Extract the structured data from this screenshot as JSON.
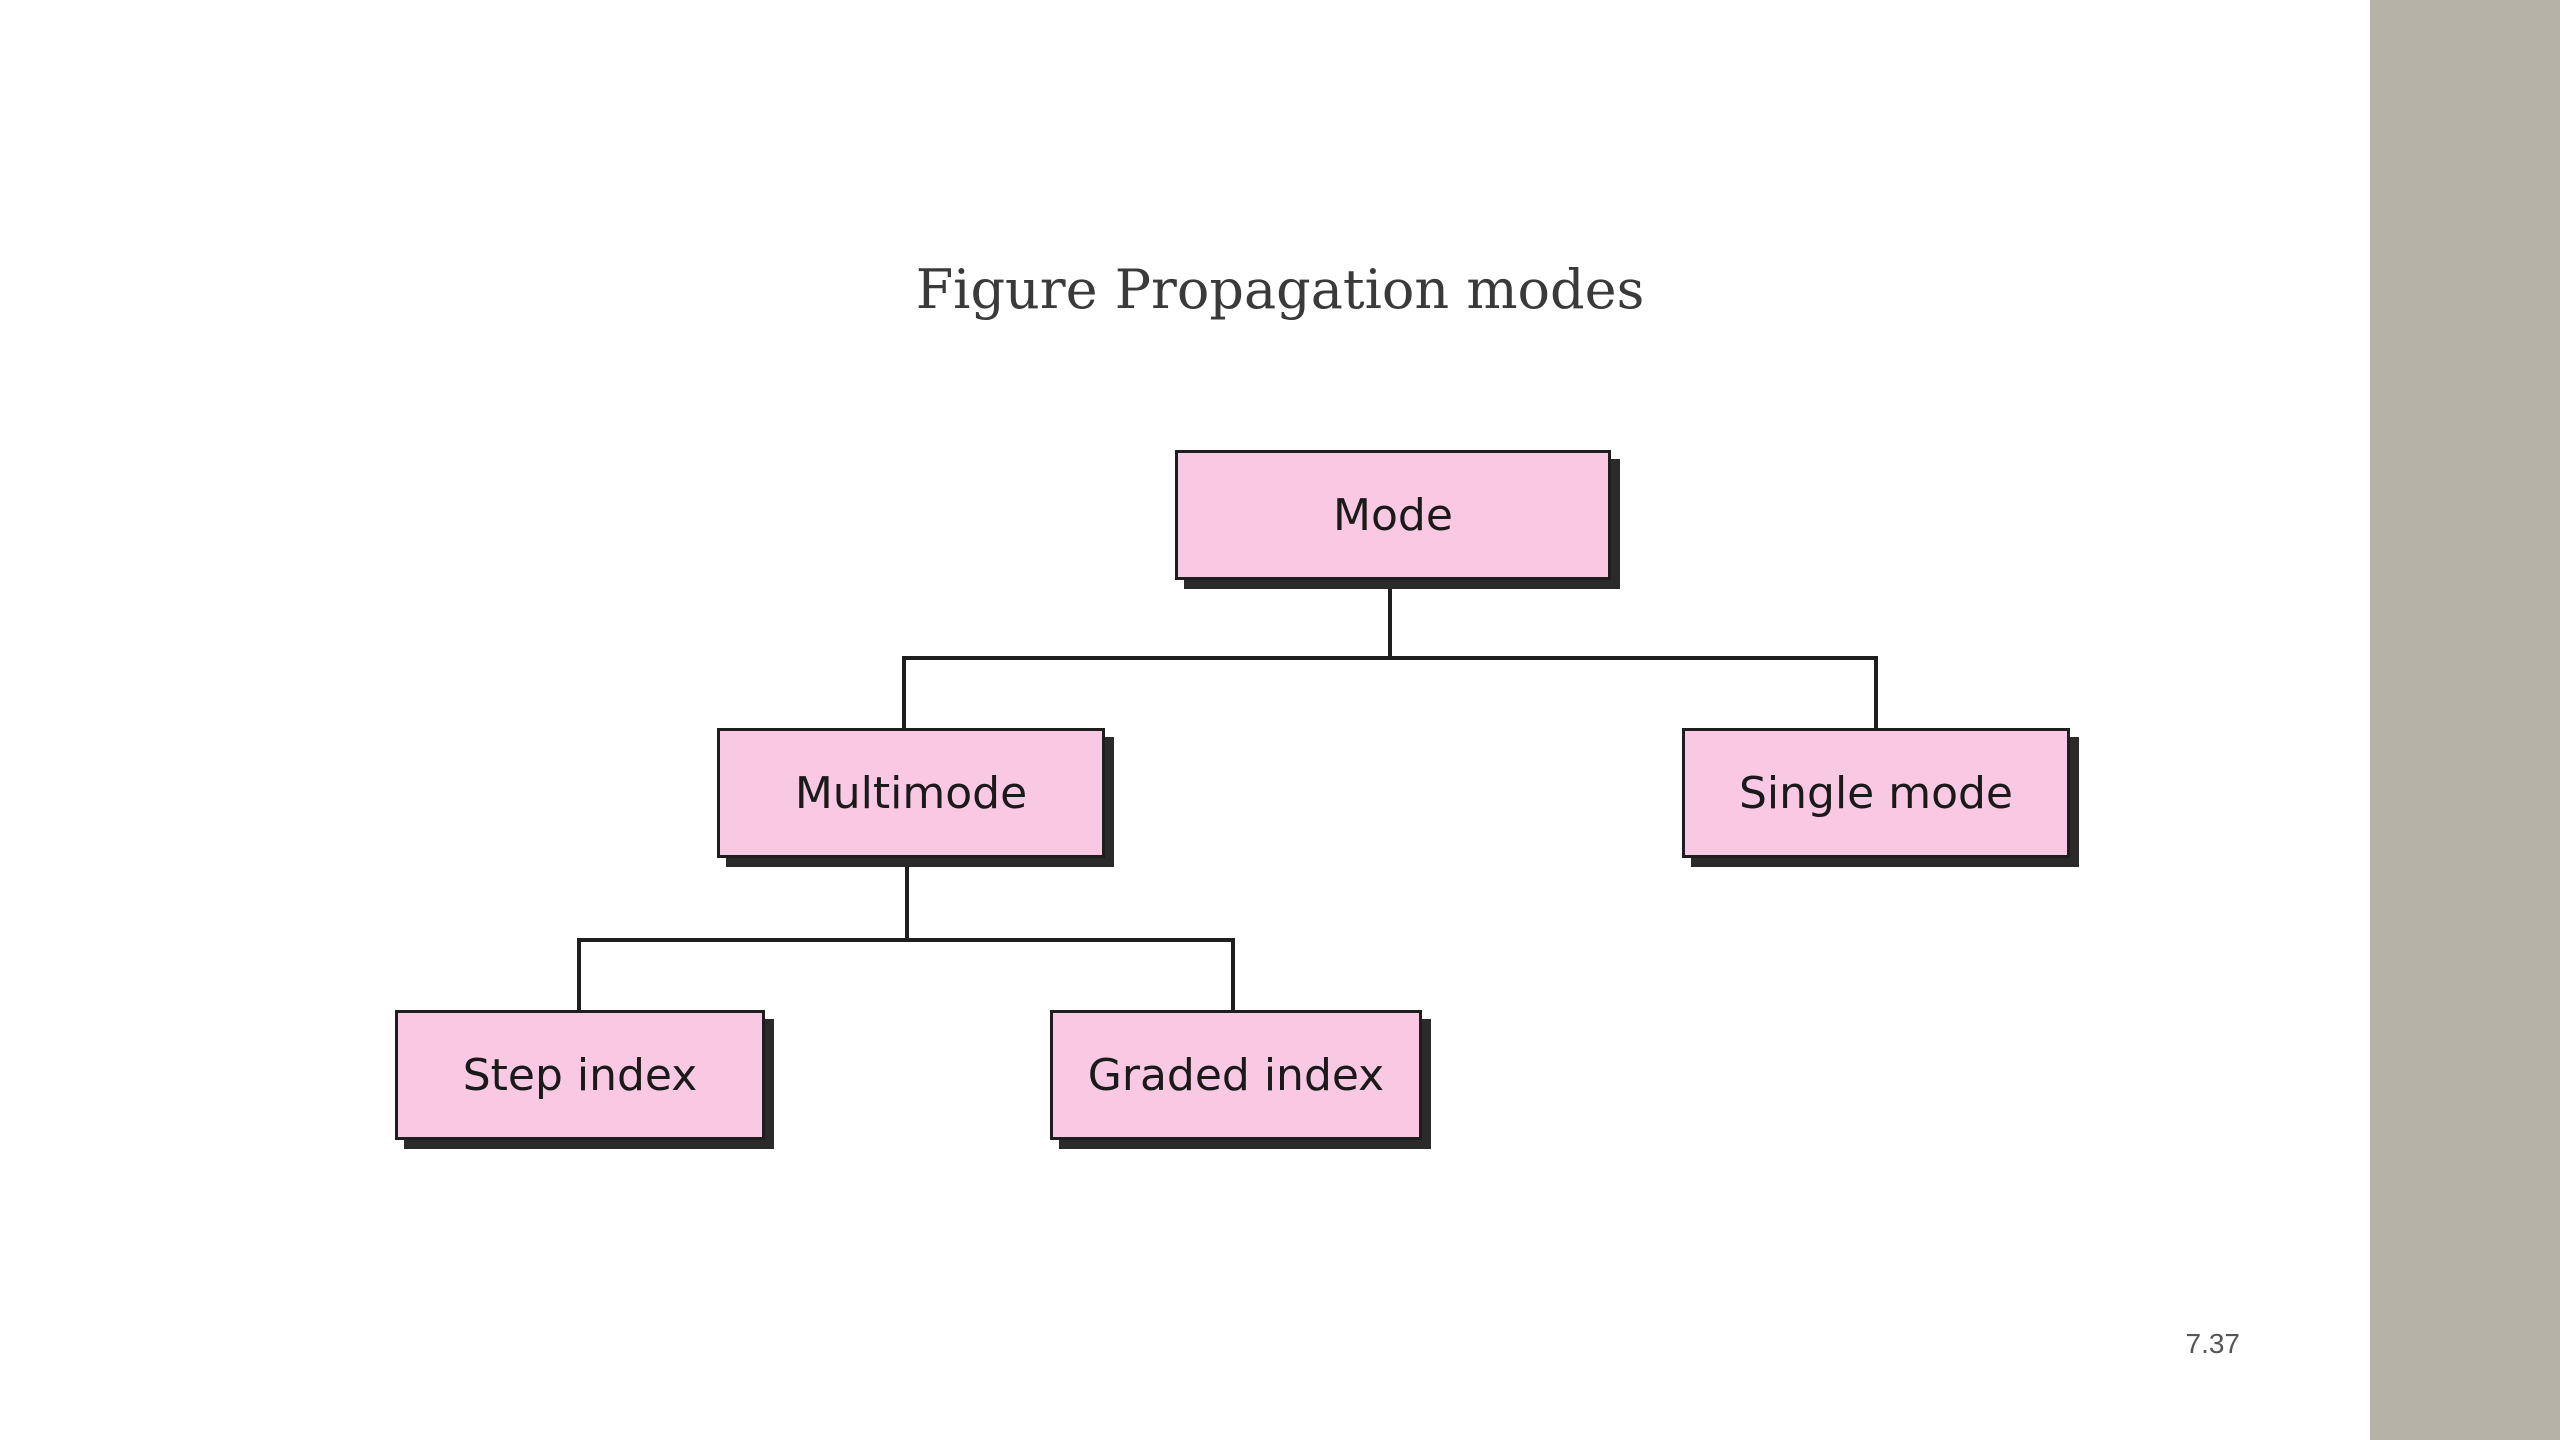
{
  "slide": {
    "title": "Figure Propagation modes",
    "page_number": "7.37"
  },
  "diagram": {
    "node_color": "#f9c8e3",
    "line_color": "#1e1e1e",
    "nodes": {
      "mode": "Mode",
      "multimode": "Multimode",
      "single_mode": "Single mode",
      "step_index": "Step index",
      "graded_index": "Graded index"
    },
    "edges": [
      [
        "mode",
        "multimode"
      ],
      [
        "mode",
        "single_mode"
      ],
      [
        "multimode",
        "step_index"
      ],
      [
        "multimode",
        "graded_index"
      ]
    ]
  },
  "theme": {
    "sidebar_color": "#b5b3a8",
    "background": "#ffffff"
  }
}
